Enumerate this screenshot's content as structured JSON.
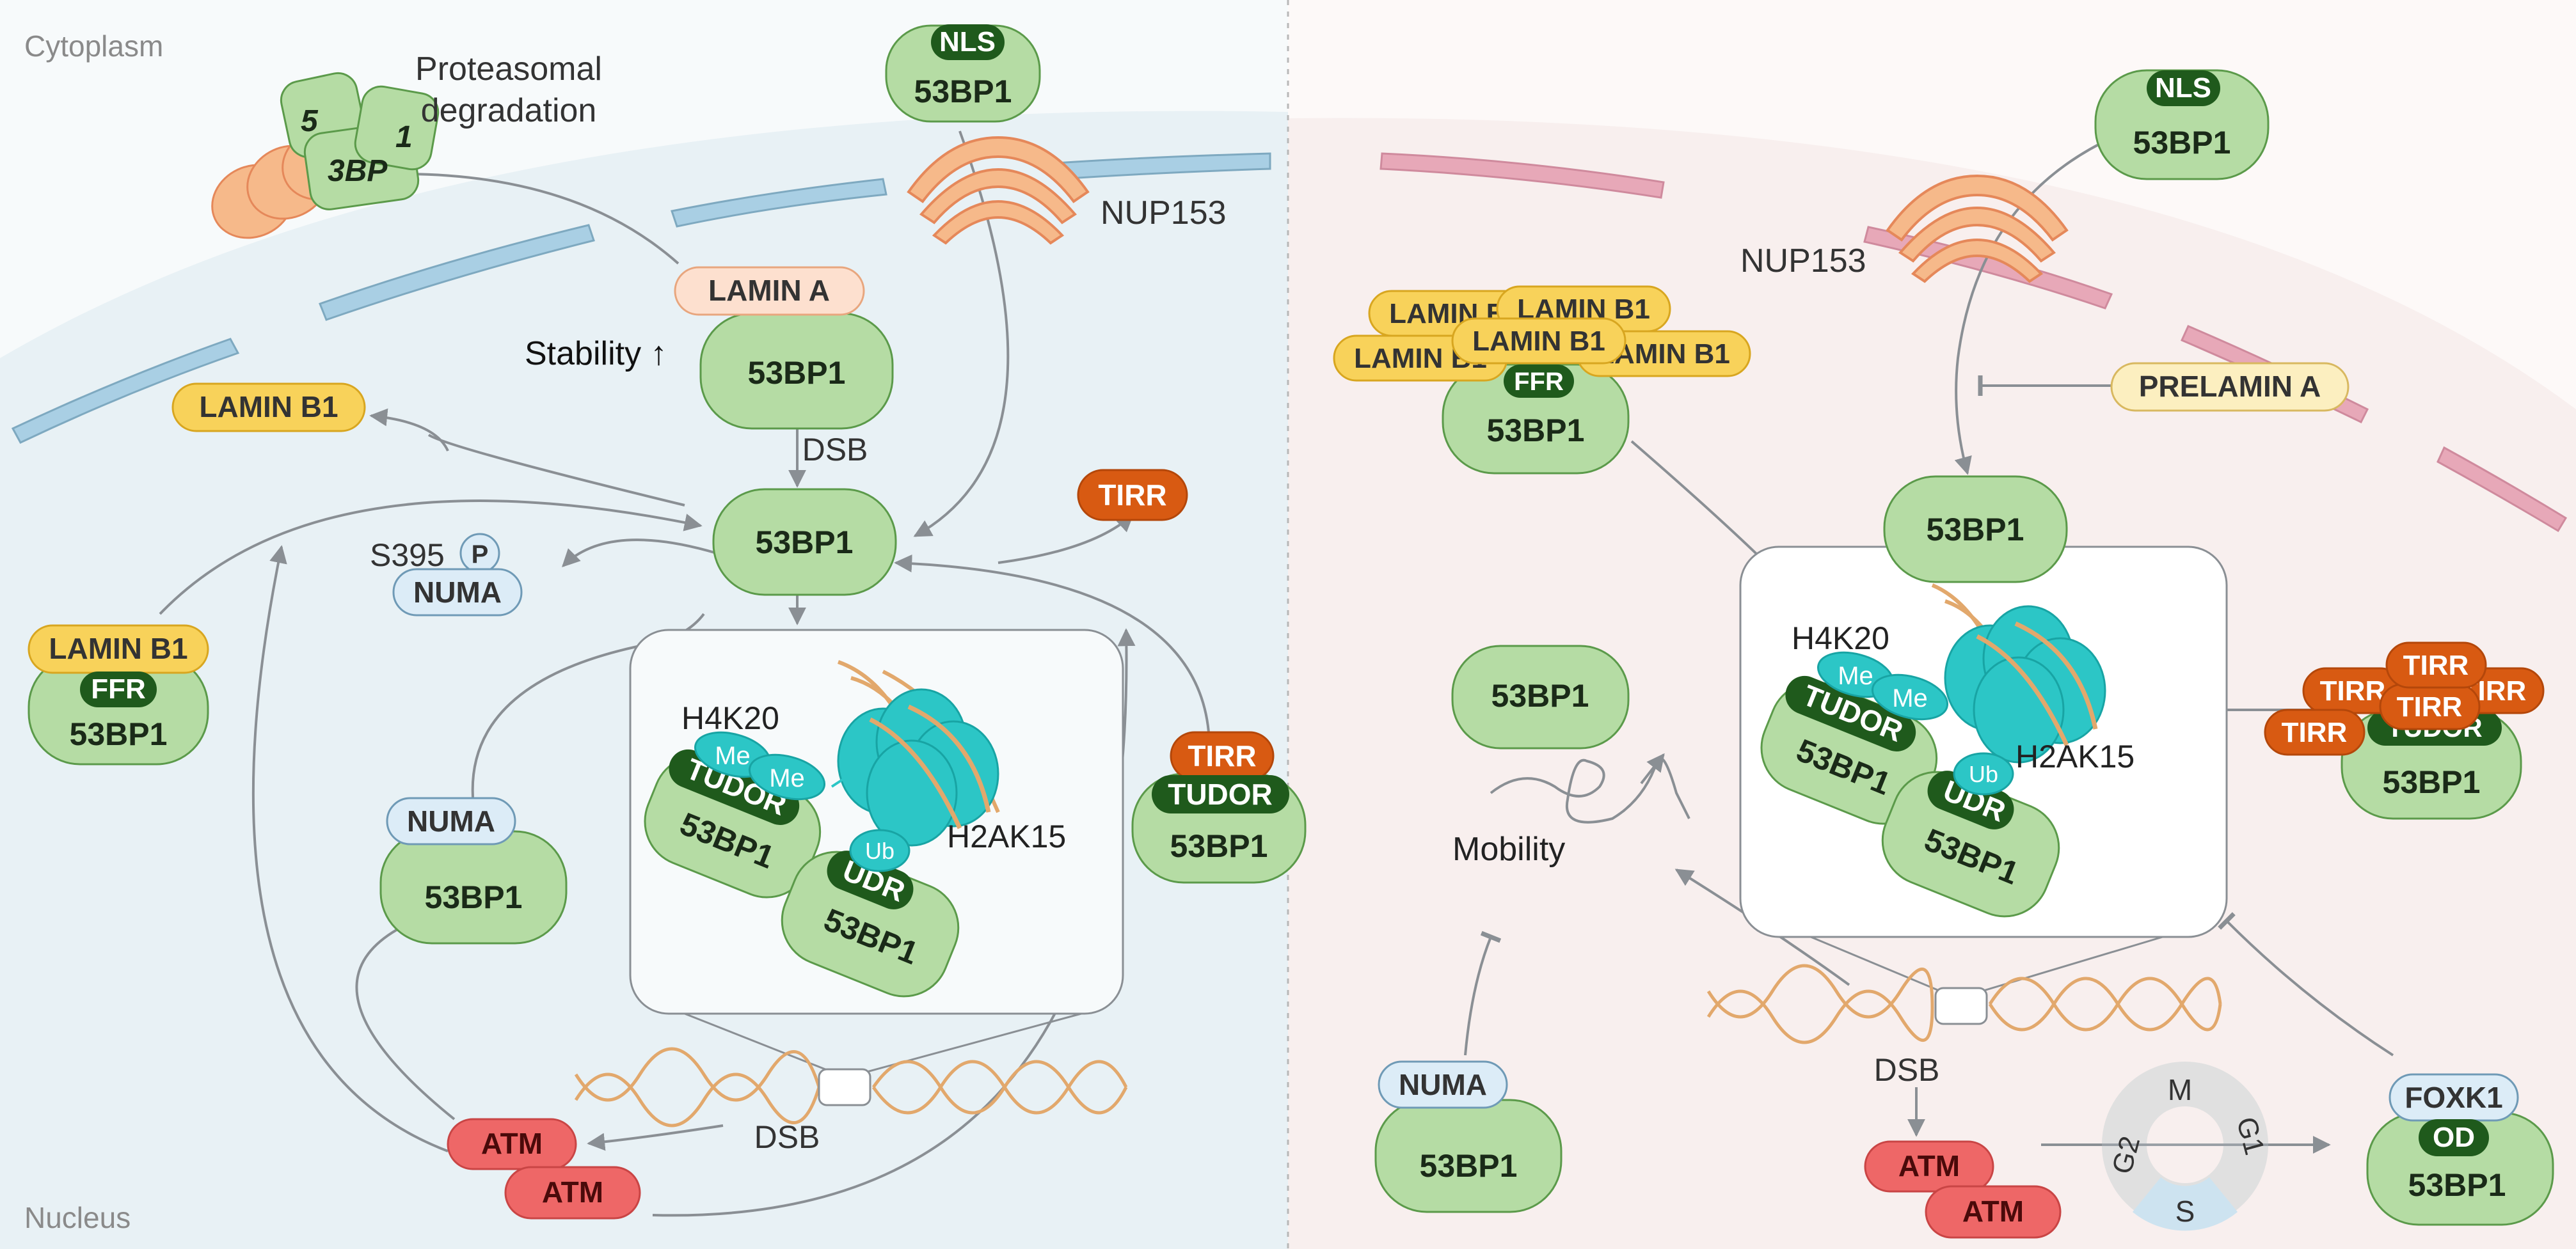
{
  "labels": {
    "cytoplasm": "Cytoplasm",
    "nucleus": "Nucleus",
    "proteasomal_line1": "Proteasomal",
    "proteasomal_line2": "degradation",
    "stability": "Stability ↑",
    "mobility": "Mobility",
    "nup153": "NUP153",
    "h4k20": "H4K20",
    "h2ak15": "H2AK15",
    "dsb": "DSB",
    "s395": "S395"
  },
  "proteins": {
    "bp": "53BP1",
    "nls": "NLS",
    "ffr": "FFR",
    "lamin_a": "LAMIN A",
    "lamin_b1": "LAMIN B1",
    "prelamin_a": "PRELAMIN A",
    "numa": "NUMA",
    "tirr": "TIRR",
    "tudor": "TUDOR",
    "udr": "UDR",
    "atm": "ATM",
    "foxk1": "FOXK1",
    "od": "OD",
    "me": "Me",
    "ub": "Ub",
    "p": "P"
  },
  "degraded_fragments": [
    "5",
    "3BP",
    "1"
  ],
  "cell_cycle": {
    "m": "M",
    "g1": "G1",
    "s": "S",
    "g2": "G2"
  },
  "colors": {
    "green_fill": "#b5dca4",
    "green_stroke": "#5b9a4a",
    "dark_green": "#1f5a1c",
    "lamin_b1": "#f8d25a",
    "lamin_a": "#fde0cf",
    "prelamin_a": "#fcefc0",
    "numa": "#dcecf7",
    "tirr": "#d85a12",
    "atm": "#ee6767",
    "histone": "#2cc6c6",
    "dna": "#e2a86c",
    "envelope_left": "#a9cfe4",
    "envelope_right": "#e7a8b8",
    "nucleus_left": "#e8f1f5",
    "nucleus_right": "#f8efee"
  }
}
